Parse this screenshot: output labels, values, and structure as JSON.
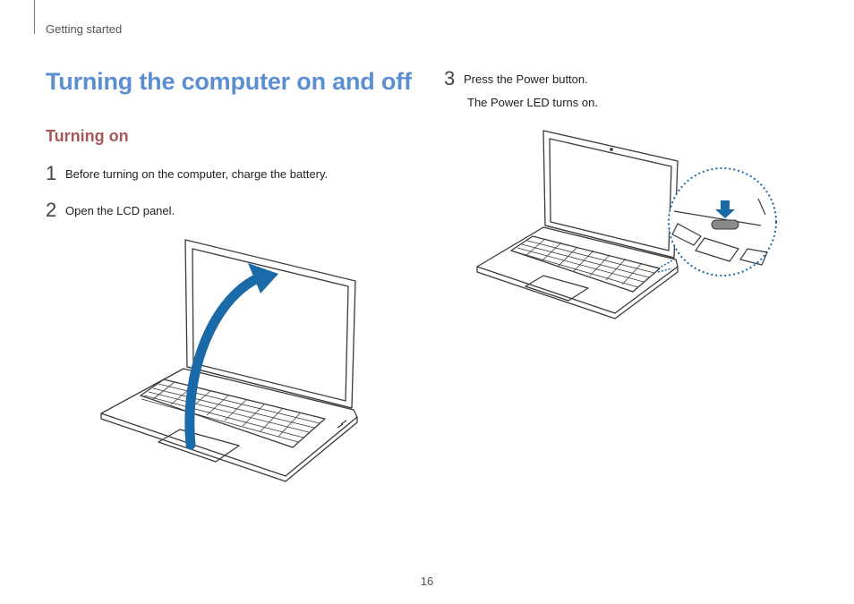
{
  "header": {
    "section": "Getting started"
  },
  "title": "Turning the computer on and off",
  "section_heading": "Turning on",
  "steps": [
    {
      "number": "1",
      "text": "Before turning on the computer, charge the battery."
    },
    {
      "number": "2",
      "text": "Open the LCD panel."
    },
    {
      "number": "3",
      "text": "Press the Power button.",
      "sub": "The Power LED turns on."
    }
  ],
  "colors": {
    "title": "#5b8fd1",
    "heading": "#a8575b",
    "arrow": "#1a6aa8"
  },
  "page_number": "16"
}
